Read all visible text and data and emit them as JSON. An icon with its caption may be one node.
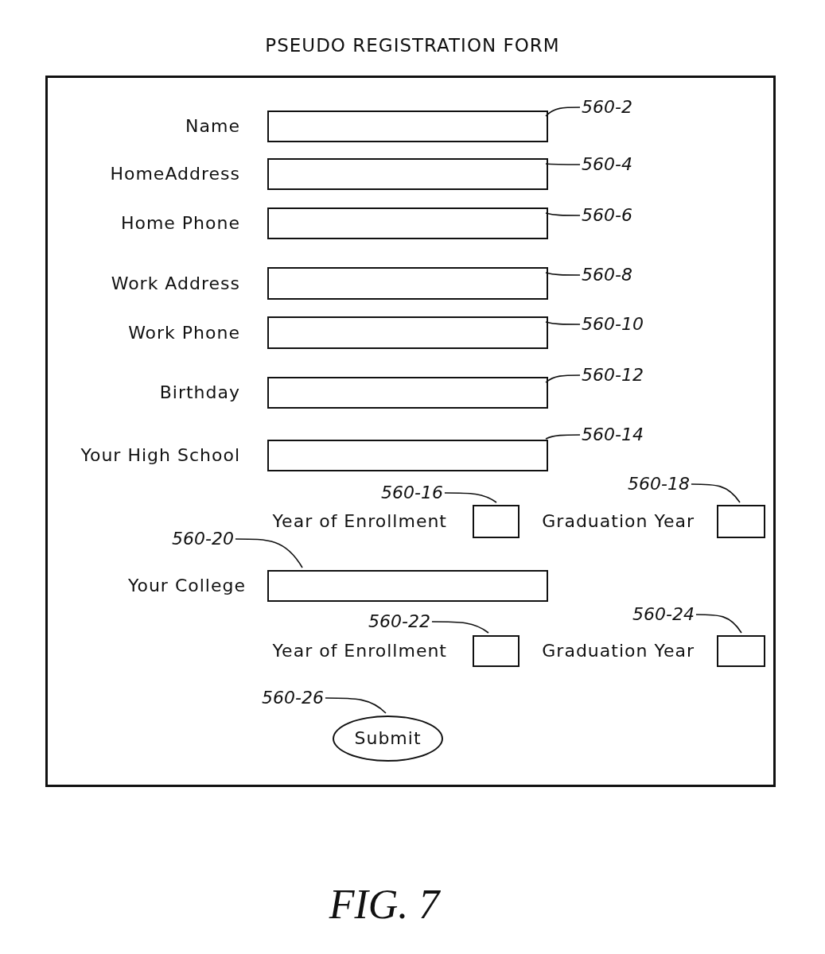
{
  "diagram": {
    "title": "PSEUDO REGISTRATION FORM",
    "caption": "FIG. 7",
    "nodes": [
      {
        "text": [],
        "shape": "box"
      },
      {
        "text": [],
        "shape": "box",
        "in": 0,
        "beside": [
          "Name"
        ]
      },
      {
        "text": [],
        "shape": "box",
        "in": 0,
        "beside": [
          "HomeAddress"
        ]
      },
      {
        "text": [],
        "shape": "box",
        "in": 0,
        "beside": [
          "Home Phone"
        ]
      },
      {
        "text": [],
        "shape": "box",
        "in": 0,
        "beside": [
          "Work Address"
        ]
      },
      {
        "text": [],
        "shape": "box",
        "in": 0,
        "beside": [
          "Work Phone"
        ]
      },
      {
        "text": [],
        "shape": "box",
        "in": 0,
        "beside": [
          "Birthday"
        ]
      },
      {
        "text": [],
        "shape": "box",
        "in": 0,
        "beside": [
          "Your High School"
        ]
      },
      {
        "text": [],
        "shape": "box",
        "in": 0,
        "beside": [
          "Year of Enrollment"
        ]
      },
      {
        "text": [],
        "shape": "box",
        "in": 0,
        "beside": [
          "Graduation Year"
        ]
      },
      {
        "text": [],
        "shape": "box",
        "in": 0,
        "beside": [
          "Your College"
        ]
      },
      {
        "text": [],
        "shape": "box",
        "in": 0,
        "beside": [
          "Year of Enrollment"
        ]
      },
      {
        "text": [],
        "shape": "box",
        "in": 0,
        "beside": [
          "Graduation Year"
        ]
      },
      {
        "text": [
          "Submit"
        ],
        "in": 0
      },
      {
        "text": [
          "560-2"
        ],
        "in": 0
      },
      {
        "text": [
          "560-4"
        ],
        "in": 0
      },
      {
        "text": [
          "560-6"
        ],
        "in": 0
      },
      {
        "text": [
          "560-8"
        ],
        "in": 0
      },
      {
        "text": [
          "560-10"
        ],
        "in": 0
      },
      {
        "text": [
          "560-12"
        ],
        "in": 0
      },
      {
        "text": [
          "560-14"
        ],
        "in": 0
      },
      {
        "text": [
          "560-16"
        ],
        "in": 0
      },
      {
        "text": [
          "560-18"
        ],
        "in": 0
      },
      {
        "text": [
          "560-20"
        ],
        "in": 0
      },
      {
        "text": [
          "560-22"
        ],
        "in": 0
      },
      {
        "text": [
          "560-24"
        ],
        "in": 0
      },
      {
        "text": [
          "560-26"
        ],
        "in": 0
      }
    ],
    "edges": [
      {
        "from": 14,
        "to": 1,
        "arrow": "none"
      },
      {
        "from": 15,
        "to": 2,
        "arrow": "none"
      },
      {
        "from": 16,
        "to": 3,
        "arrow": "none"
      },
      {
        "from": 17,
        "to": 4,
        "arrow": "none"
      },
      {
        "from": 18,
        "to": 5,
        "arrow": "none"
      },
      {
        "from": 19,
        "to": 6,
        "arrow": "none"
      },
      {
        "from": 20,
        "to": 7,
        "arrow": "none"
      },
      {
        "from": 21,
        "to": 8,
        "arrow": "none"
      },
      {
        "from": 22,
        "to": 9,
        "arrow": "none"
      },
      {
        "from": 23,
        "to": 10,
        "arrow": "none"
      },
      {
        "from": 24,
        "to": 11,
        "arrow": "none"
      },
      {
        "from": 25,
        "to": 12,
        "arrow": "none"
      },
      {
        "from": 26,
        "to": 13,
        "arrow": "none"
      }
    ]
  }
}
